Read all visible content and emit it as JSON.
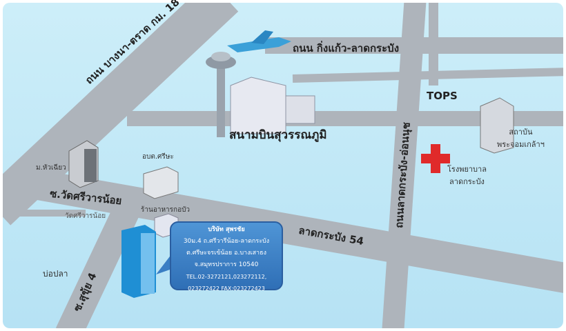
{
  "roads": {
    "bangna_trad": "ถนน บางนา-ตราด กม. 18",
    "kingkaew": "ถนน กิ่งแก้ว-ลาดกระบัง",
    "latkrabang_onnut": "ถนนลาดกระบัง-อ่อนนุช",
    "latkrabang54": "ลาดกระบัง 54",
    "wat_sriwaran": "ซ.วัดศรีวารน้อย",
    "suksui4": "ซ.สุขุ้ย 4"
  },
  "places": {
    "airport": "สนามบินสุวรรณภูมิ",
    "tops": "TOPS",
    "institute": [
      "สถาบัน",
      "พระจอมเกล้าฯ"
    ],
    "hospital": [
      "โรงพยาบาล",
      "ลาดกระบัง"
    ],
    "hua_chiao": "ม.หัวเฉียว",
    "obt_srisa": "อบต.ศรีษะ",
    "restaurant": "ร้านอาหารกอบัว",
    "temple": "วัดศรีวารน้อย",
    "bo_pla": "บ่อปลา"
  },
  "company": {
    "name": "บริษัท สุพรชัย",
    "address1": "30ม.4 ถ.ศรีวารีน้อย-ลาดกระบัง",
    "address2": "ต.ศรีษะจรเข้น้อย อ.บางเสาธง",
    "address3": "จ.สมุทรปราการ 10540",
    "phone1": "TEL.02-3272121,023272112,",
    "phone2": "023272422 FAX:023272423"
  }
}
